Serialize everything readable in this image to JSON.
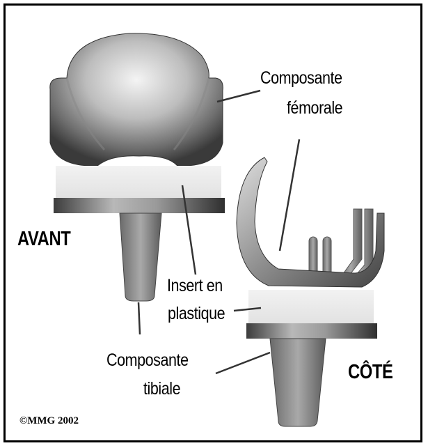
{
  "labels": {
    "femoral_line1": "Composante",
    "femoral_line2": "fémorale",
    "front_view": "AVANT",
    "insert_line1": "Insert en",
    "insert_line2": "plastique",
    "tibial_line1": "Composante",
    "tibial_line2": "tibiale",
    "side_view": "CÔTÉ"
  },
  "copyright": "©MMG 2002"
}
